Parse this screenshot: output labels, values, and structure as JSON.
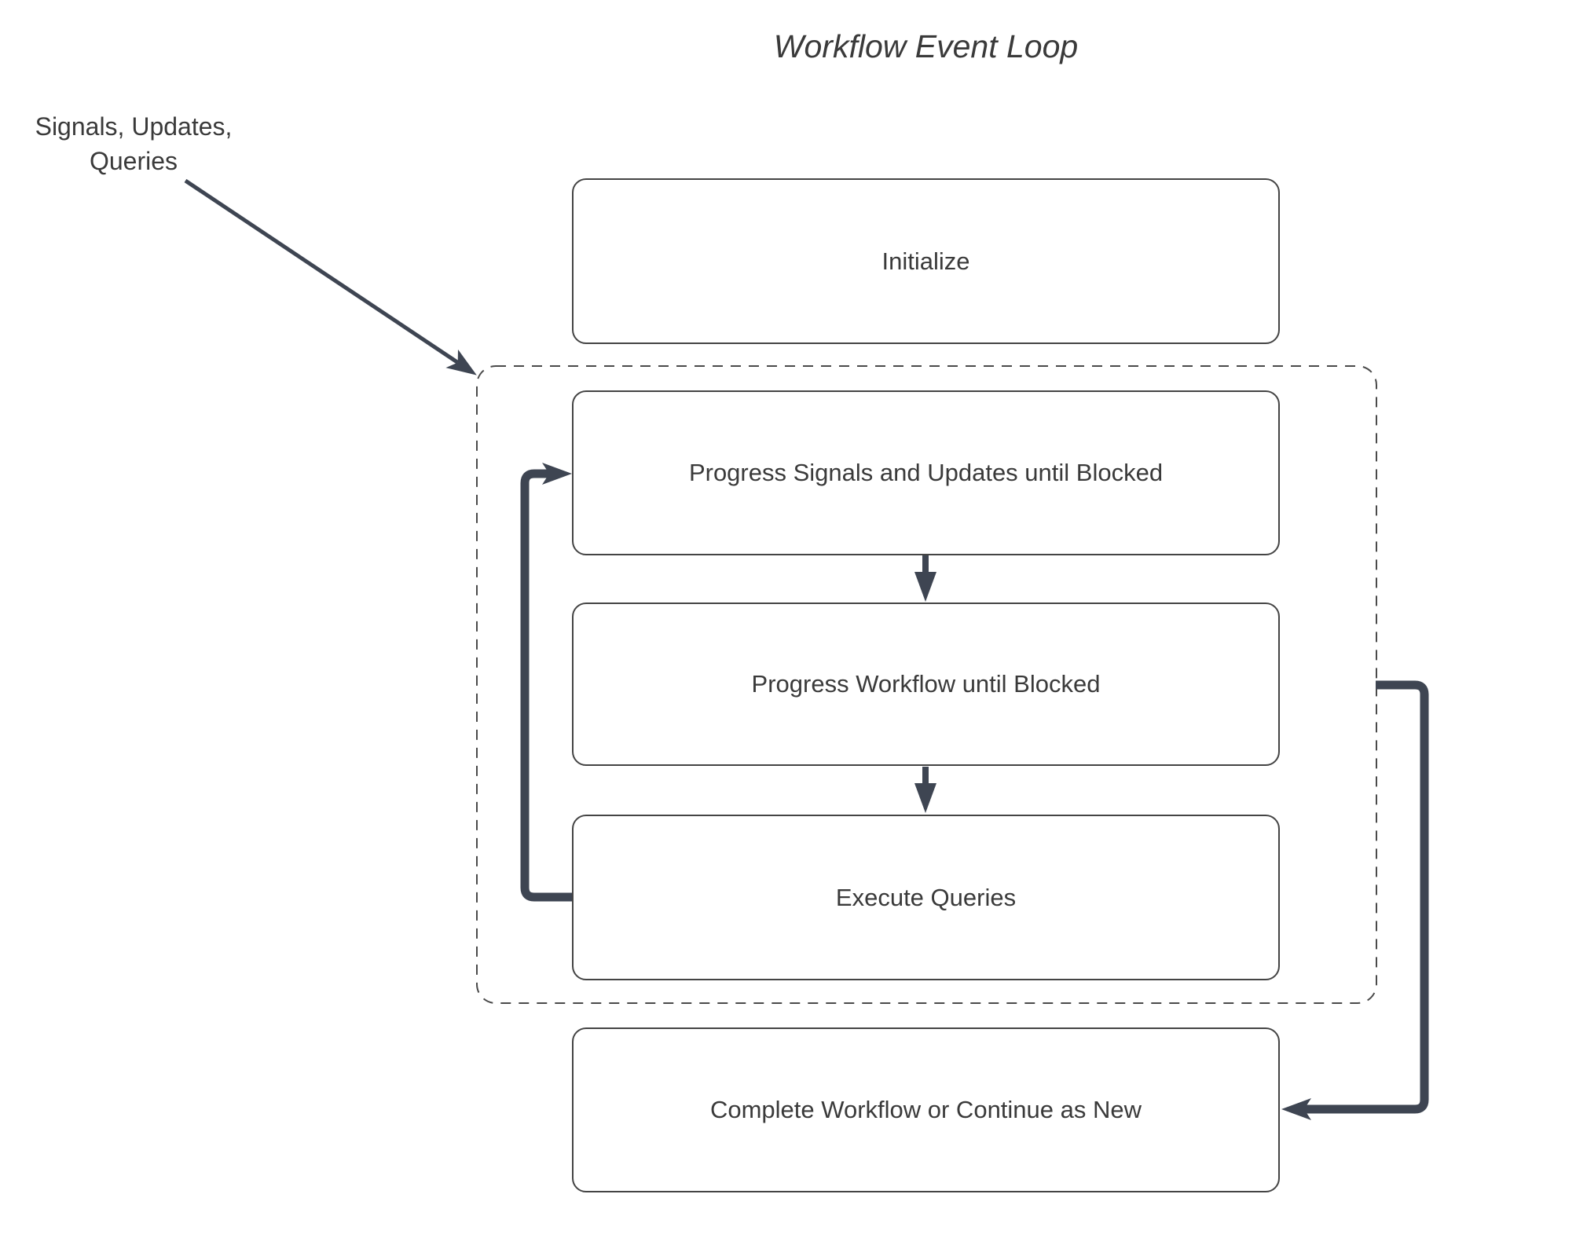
{
  "diagram": {
    "title": "Workflow Event Loop",
    "inputs_label": {
      "line1": "Signals, Updates,",
      "line2": "Queries"
    },
    "nodes": [
      {
        "id": "initialize",
        "label": "Initialize"
      },
      {
        "id": "progress-signals",
        "label": "Progress Signals and Updates until Blocked"
      },
      {
        "id": "progress-workflow",
        "label": "Progress Workflow until Blocked"
      },
      {
        "id": "execute-queries",
        "label": "Execute Queries"
      },
      {
        "id": "complete",
        "label": "Complete Workflow or Continue as New"
      }
    ],
    "colors": {
      "arrow": "#3E4552",
      "box_border": "#444444",
      "dashed_border": "#4A4A4A",
      "text": "#3A3A3A",
      "background": "#FFFFFF"
    }
  }
}
